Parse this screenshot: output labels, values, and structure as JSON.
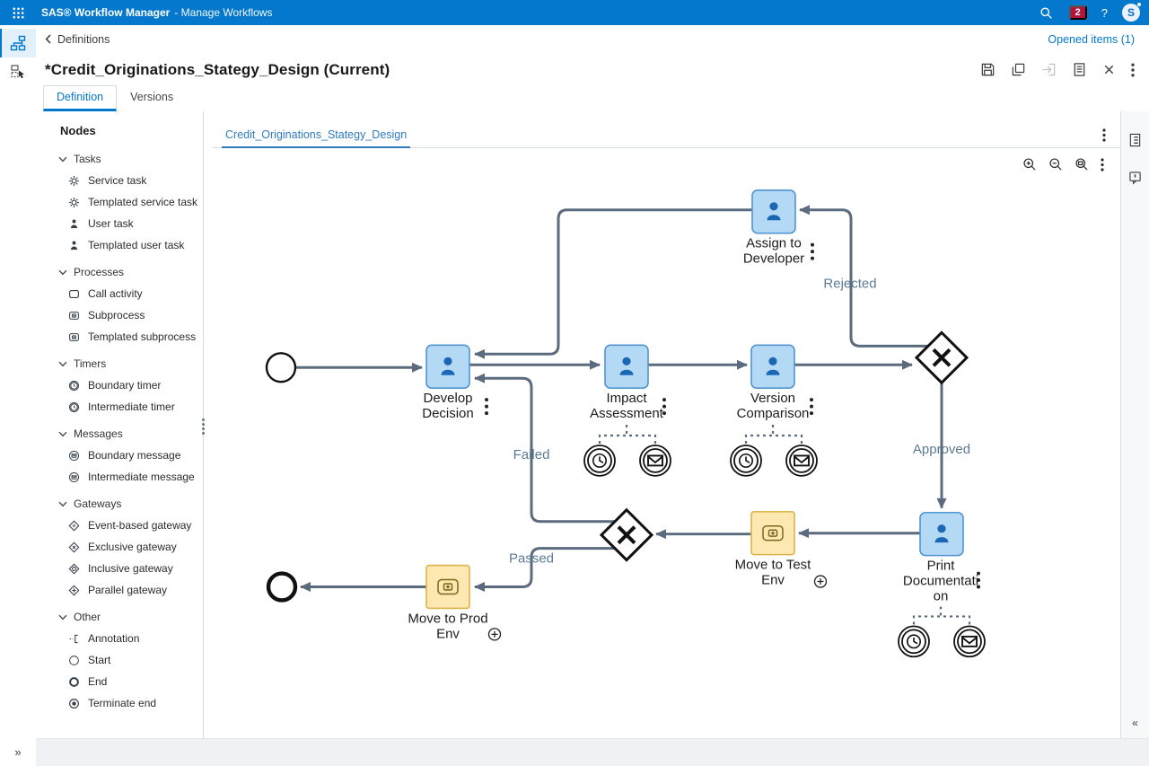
{
  "app_bar": {
    "brand": "SAS® Workflow Manager",
    "subtitle": "- Manage Workflows",
    "badge_count": "2",
    "help_label": "?",
    "avatar_initial": "S",
    "icons": [
      "apps-grid-icon",
      "search-icon",
      "notifications-badge",
      "help-icon",
      "avatar"
    ]
  },
  "header": {
    "back_label": "Definitions",
    "opened_items_label": "Opened items (1)",
    "title": "*Credit_Originations_Stategy_Design (Current)",
    "tabs": [
      {
        "label": "Definition"
      },
      {
        "label": "Versions"
      }
    ],
    "toolbar_icons": [
      "save-icon",
      "copy-icon",
      "activate-icon",
      "properties-doc-icon",
      "close-icon",
      "more-vertical-icon"
    ]
  },
  "nodes_panel": {
    "title": "Nodes",
    "sections": [
      {
        "label": "Tasks",
        "items": [
          {
            "icon": "gear-icon",
            "label": "Service task"
          },
          {
            "icon": "gear-icon",
            "label": "Templated service task"
          },
          {
            "icon": "user-icon",
            "label": "User task"
          },
          {
            "icon": "user-icon",
            "label": "Templated user task"
          }
        ]
      },
      {
        "label": "Processes",
        "items": [
          {
            "icon": "rounded-rect-icon",
            "label": "Call activity"
          },
          {
            "icon": "subprocess-icon",
            "label": "Subprocess"
          },
          {
            "icon": "subprocess-icon",
            "label": "Templated subprocess"
          }
        ]
      },
      {
        "label": "Timers",
        "items": [
          {
            "icon": "clock-icon",
            "label": "Boundary timer"
          },
          {
            "icon": "clock-icon",
            "label": "Intermediate timer"
          }
        ]
      },
      {
        "label": "Messages",
        "items": [
          {
            "icon": "message-circle-icon",
            "label": "Boundary message"
          },
          {
            "icon": "message-circle-icon",
            "label": "Intermediate message"
          }
        ]
      },
      {
        "label": "Gateways",
        "items": [
          {
            "icon": "event-gateway-icon",
            "label": "Event-based gateway"
          },
          {
            "icon": "exclusive-gateway-icon",
            "label": "Exclusive gateway"
          },
          {
            "icon": "inclusive-gateway-icon",
            "label": "Inclusive gateway"
          },
          {
            "icon": "parallel-gateway-icon",
            "label": "Parallel gateway"
          }
        ]
      },
      {
        "label": "Other",
        "items": [
          {
            "icon": "annotation-icon",
            "label": "Annotation"
          },
          {
            "icon": "start-circle-icon",
            "label": "Start"
          },
          {
            "icon": "end-circle-icon",
            "label": "End"
          },
          {
            "icon": "terminate-end-icon",
            "label": "Terminate end"
          }
        ]
      }
    ]
  },
  "canvas": {
    "tab": "Credit_Originations_Stategy_Design",
    "zoom_icons": [
      "zoom-in-icon",
      "zoom-out-icon",
      "zoom-fit-icon",
      "more-vertical-icon"
    ]
  },
  "diagram": {
    "nodes": {
      "assign_developer": {
        "line1": "Assign to",
        "line2": "Developer"
      },
      "develop_decision": {
        "line1": "Develop",
        "line2": "Decision"
      },
      "impact_assessment": {
        "line1": "Impact",
        "line2": "Assessment"
      },
      "version_comparison": {
        "line1": "Version",
        "line2": "Comparison"
      },
      "print_documentation": {
        "line1": "Print",
        "line2": "Documentati",
        "line3": "on"
      },
      "move_test": {
        "line1": "Move to Test",
        "line2": "Env"
      },
      "move_prod": {
        "line1": "Move to Prod",
        "line2": "Env"
      }
    },
    "edge_labels": {
      "rejected": "Rejected",
      "approved": "Approved",
      "failed": "Failed",
      "passed": "Passed"
    }
  },
  "side_strip_icons": [
    "properties-list-icon",
    "validation-bubble-icon",
    "collapse-left-icon"
  ],
  "rail": {
    "expand_label": "»",
    "collapse_label": "«"
  },
  "colors": {
    "app_bar_blue": "#0378cd",
    "badge_red": "#b3123d",
    "task_fill": "#b4d9f5",
    "task_border": "#5094d1",
    "subprocess_fill": "#fce8b0",
    "subprocess_border": "#dcb44c",
    "connector": "#5b6b7e",
    "edge_label": "#5c7a96"
  }
}
